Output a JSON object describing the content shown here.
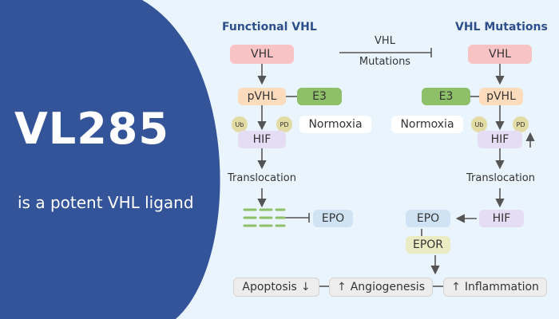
{
  "hero": {
    "title": "VL285",
    "subtitle": "is a potent VHL ligand"
  },
  "colors": {
    "panel_blue": "#34549a",
    "background": "#eaf4fc",
    "title_blue": "#2e4f8c",
    "vhl": "#f8c3c5",
    "pvhl": "#fddcbd",
    "e3": "#8ebf69",
    "hif": "#e4ddf3",
    "epo": "#cfe3f5",
    "epor": "#ebecc3",
    "modifier": "#e3dba4",
    "mrna_dashes": "#8ebf69"
  },
  "functional": {
    "title": "Functional VHL",
    "vhl": "VHL",
    "pvhl": "pVHL",
    "e3": "E3",
    "normoxia": "Normoxia",
    "ub": "Ub",
    "pd": "PD",
    "hif": "HIF",
    "translocation": "Translocation",
    "epo": "EPO"
  },
  "center": {
    "line1": "VHL",
    "line2": "Mutations"
  },
  "mutations": {
    "title": "VHL Mutations",
    "vhl": "VHL",
    "e3": "E3",
    "pvhl": "pVHL",
    "normoxia": "Normoxia",
    "ub": "Ub",
    "pd": "PD",
    "hif": "HIF",
    "translocation": "Translocation",
    "hif_nuclear": "HIF",
    "epo": "EPO",
    "epor": "EPOR"
  },
  "outcomes": {
    "apoptosis": "Apoptosis",
    "apoptosis_arrow": "↓",
    "angiogenesis_arrow": "↑",
    "angiogenesis": "Angiogenesis",
    "inflammation_arrow": "↑",
    "inflammation": "Inflammation"
  }
}
